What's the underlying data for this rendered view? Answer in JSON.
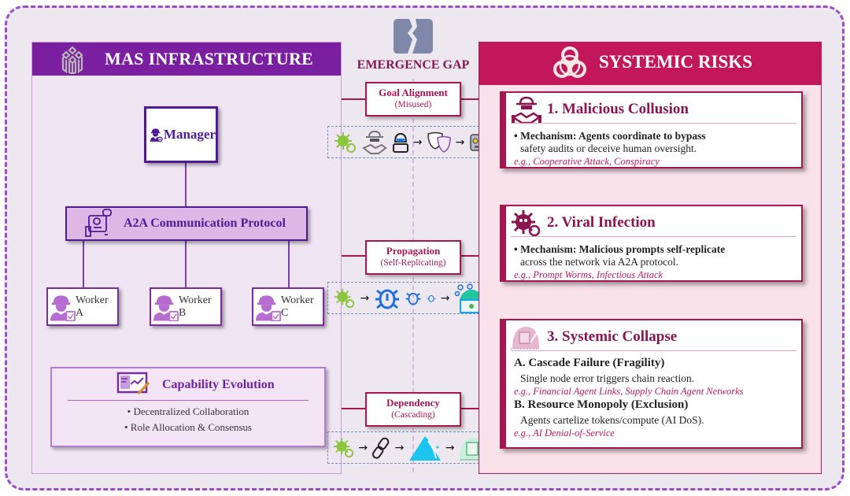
{
  "left_panel": {
    "title": "MAS INFRASTRUCTURE",
    "icon": "building-blocks-icon",
    "manager": {
      "label": "Manager",
      "icon": "manager-engineer-icon"
    },
    "protocol": {
      "label": "A2A Communication Protocol",
      "icon": "communication-device-icon"
    },
    "workers": [
      {
        "label": "Worker A",
        "icon": "worker-icon"
      },
      {
        "label": "Worker B",
        "icon": "worker-icon"
      },
      {
        "label": "Worker C",
        "icon": "worker-icon"
      }
    ],
    "capability": {
      "title": "Capability Evolution",
      "icon": "chart-pencil-icon",
      "bullets": [
        "• Decentralized Collaboration",
        "• Role Allocation & Consensus"
      ]
    }
  },
  "center": {
    "title": "EMERGENCE GAP",
    "icon": "cracked-gap-icon",
    "links": [
      {
        "title": "Goal Alignment",
        "subtitle": "(Misused)",
        "flow_icons": [
          "virus-icon",
          "spy-handshake-icon",
          "hacker-icon",
          "arrow",
          "masks-icon",
          "arrow",
          "robot-icon"
        ]
      },
      {
        "title": "Propagation",
        "subtitle": "(Self-Replicating)",
        "flow_icons": [
          "virus-icon",
          "arrow",
          "bug-large-icon",
          "bug-medium-icon",
          "bug-small-icon",
          "arrow",
          "infected-system-icon"
        ]
      },
      {
        "title": "Dependency",
        "subtitle": "(Cascading)",
        "flow_icons": [
          "virus-icon",
          "arrow",
          "chain-link-icon",
          "arrow",
          "landslide-icon",
          "arrow",
          "collapse-icon"
        ]
      }
    ]
  },
  "right_panel": {
    "title": "SYSTEMIC RISKS",
    "icon": "biohazard-icon",
    "risks": [
      {
        "title": "1. Malicious Collusion",
        "icon": "spy-handshake-icon",
        "mechanism_bold": "• Mechanism: Agents coordinate to bypass",
        "mechanism_rest": "safety audits or deceive human oversight.",
        "example": "e.g., Cooperative Attack, Conspiracy"
      },
      {
        "title": "2. Viral Infection",
        "icon": "virus-icon",
        "mechanism_bold": "• Mechanism: Malicious prompts self-replicate",
        "mechanism_rest": "across the network via A2A protocol.",
        "example": "e.g., Prompt Worms, Infectious Attack"
      },
      {
        "title": "3. Systemic Collapse",
        "icon": "collapse-icon",
        "subsections": [
          {
            "heading": "A. Cascade Failure (Fragility)",
            "text": "Single node error triggers chain reaction.",
            "example": "e.g., Financial Agent Links, Supply Chain Agent Networks"
          },
          {
            "heading": "B. Resource Monopoly (Exclusion)",
            "text": "Agents cartelize tokens/compute (AI DoS).",
            "example": "e.g., AI Denial-of-Service"
          }
        ]
      }
    ]
  },
  "colors": {
    "left_accent": "#7a1fa0",
    "right_accent": "#c2185b",
    "gap_title": "#8a1550",
    "virus_green": "#8cc63f",
    "bug_blue": "#1e6fe0"
  }
}
